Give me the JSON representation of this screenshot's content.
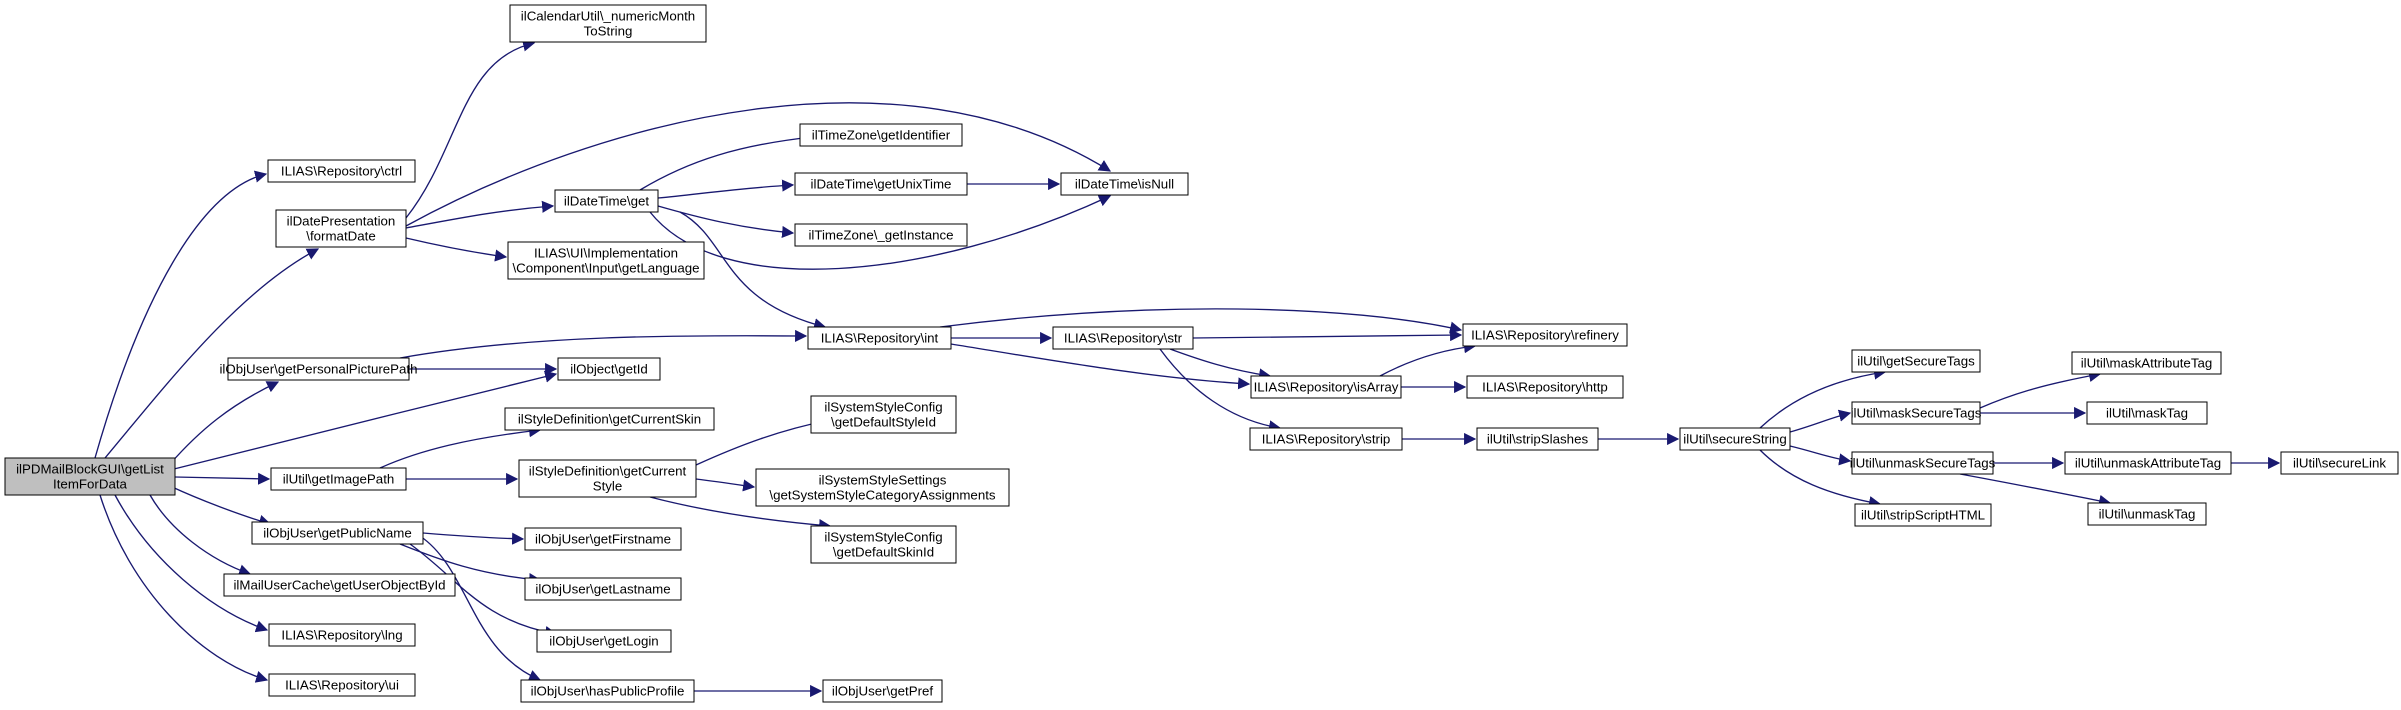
{
  "diagram": {
    "type": "call-graph",
    "edge_color": "#191970",
    "root_fill": "#bfbfbf",
    "nodes": [
      {
        "id": "root",
        "lines": [
          "ilPDMailBlockGUI\\getList",
          "ItemForData"
        ],
        "root": true
      },
      {
        "id": "cal",
        "lines": [
          "ilCalendarUtil\\_numericMonth",
          "ToString"
        ]
      },
      {
        "id": "ctrl",
        "lines": [
          "ILIAS\\Repository\\ctrl"
        ]
      },
      {
        "id": "datepres",
        "lines": [
          "ilDatePresentation",
          "\\formatDate"
        ]
      },
      {
        "id": "lang",
        "lines": [
          "ILIAS\\UI\\Implementation",
          "\\Component\\Input\\getLanguage"
        ]
      },
      {
        "id": "dtget",
        "lines": [
          "ilDateTime\\get"
        ]
      },
      {
        "id": "tzid",
        "lines": [
          "ilTimeZone\\getIdentifier"
        ]
      },
      {
        "id": "unixtime",
        "lines": [
          "ilDateTime\\getUnixTime"
        ]
      },
      {
        "id": "tzinst",
        "lines": [
          "ilTimeZone\\_getInstance"
        ]
      },
      {
        "id": "isnull",
        "lines": [
          "ilDateTime\\isNull"
        ]
      },
      {
        "id": "picpath",
        "lines": [
          "ilObjUser\\getPersonalPicturePath"
        ]
      },
      {
        "id": "getid",
        "lines": [
          "ilObject\\getId"
        ]
      },
      {
        "id": "repint",
        "lines": [
          "ILIAS\\Repository\\int"
        ]
      },
      {
        "id": "repstr",
        "lines": [
          "ILIAS\\Repository\\str"
        ]
      },
      {
        "id": "refinery",
        "lines": [
          "ILIAS\\Repository\\refinery"
        ]
      },
      {
        "id": "isarray",
        "lines": [
          "ILIAS\\Repository\\isArray"
        ]
      },
      {
        "id": "http",
        "lines": [
          "ILIAS\\Repository\\http"
        ]
      },
      {
        "id": "strip",
        "lines": [
          "ILIAS\\Repository\\strip"
        ]
      },
      {
        "id": "stripslashes",
        "lines": [
          "ilUtil\\stripSlashes"
        ]
      },
      {
        "id": "securestring",
        "lines": [
          "ilUtil\\secureString"
        ]
      },
      {
        "id": "getsecuretags",
        "lines": [
          "ilUtil\\getSecureTags"
        ]
      },
      {
        "id": "masksecuretags",
        "lines": [
          "ilUtil\\maskSecureTags"
        ]
      },
      {
        "id": "unmasksecuretags",
        "lines": [
          "ilUtil\\unmaskSecureTags"
        ]
      },
      {
        "id": "stripscript",
        "lines": [
          "ilUtil\\stripScriptHTML"
        ]
      },
      {
        "id": "maskattr",
        "lines": [
          "ilUtil\\maskAttributeTag"
        ]
      },
      {
        "id": "masktag",
        "lines": [
          "ilUtil\\maskTag"
        ]
      },
      {
        "id": "unmaskattr",
        "lines": [
          "ilUtil\\unmaskAttributeTag"
        ]
      },
      {
        "id": "unmasktag",
        "lines": [
          "ilUtil\\unmaskTag"
        ]
      },
      {
        "id": "securelink",
        "lines": [
          "ilUtil\\secureLink"
        ]
      },
      {
        "id": "currentskin",
        "lines": [
          "ilStyleDefinition\\getCurrentSkin"
        ]
      },
      {
        "id": "imagepath",
        "lines": [
          "ilUtil\\getImagePath"
        ]
      },
      {
        "id": "currentstyle",
        "lines": [
          "ilStyleDefinition\\getCurrent",
          "Style"
        ]
      },
      {
        "id": "defstyleid",
        "lines": [
          "ilSystemStyleConfig",
          "\\getDefaultStyleId"
        ]
      },
      {
        "id": "syscat",
        "lines": [
          "ilSystemStyleSettings",
          "\\getSystemStyleCategoryAssignments"
        ]
      },
      {
        "id": "defskinid",
        "lines": [
          "ilSystemStyleConfig",
          "\\getDefaultSkinId"
        ]
      },
      {
        "id": "publicname",
        "lines": [
          "ilObjUser\\getPublicName"
        ]
      },
      {
        "id": "firstname",
        "lines": [
          "ilObjUser\\getFirstname"
        ]
      },
      {
        "id": "lastname",
        "lines": [
          "ilObjUser\\getLastname"
        ]
      },
      {
        "id": "login",
        "lines": [
          "ilObjUser\\getLogin"
        ]
      },
      {
        "id": "haspublic",
        "lines": [
          "ilObjUser\\hasPublicProfile"
        ]
      },
      {
        "id": "getpref",
        "lines": [
          "ilObjUser\\getPref"
        ]
      },
      {
        "id": "cacheuser",
        "lines": [
          "ilMailUserCache\\getUserObjectById"
        ]
      },
      {
        "id": "lng",
        "lines": [
          "ILIAS\\Repository\\lng"
        ]
      },
      {
        "id": "ui",
        "lines": [
          "ILIAS\\Repository\\ui"
        ]
      }
    ]
  }
}
